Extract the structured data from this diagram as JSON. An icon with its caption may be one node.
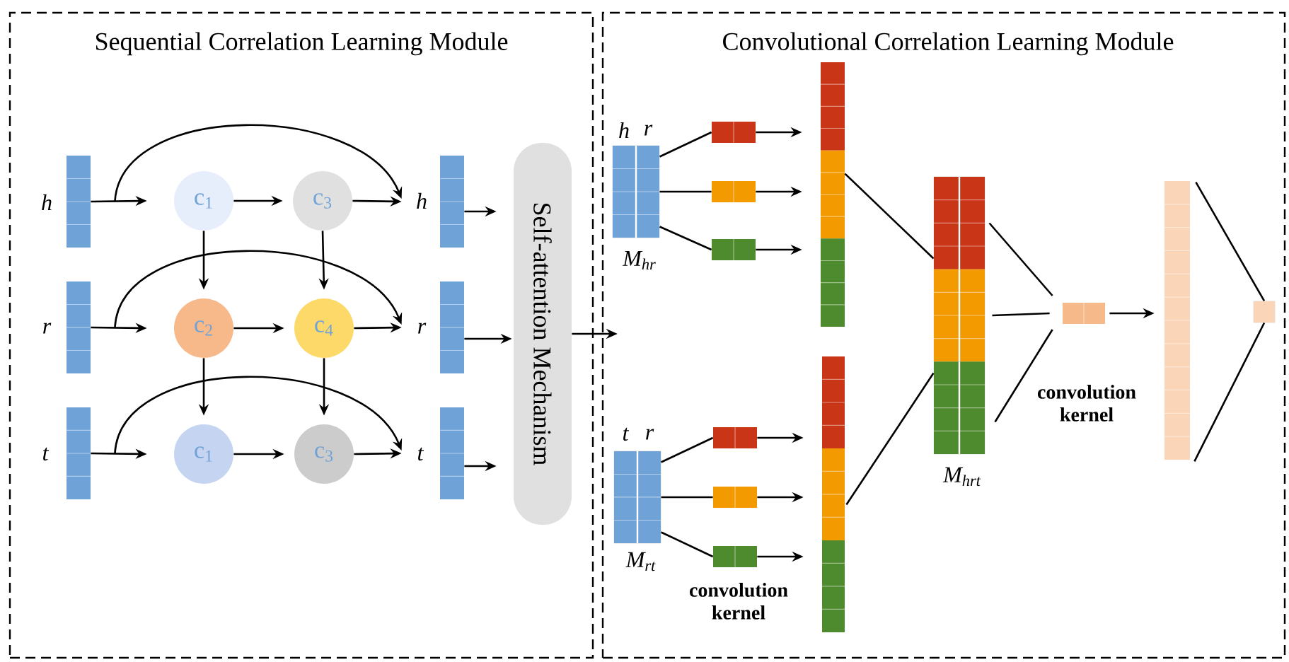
{
  "diagram": {
    "nodes": [
      {
        "text": [
          "Sequential Correlation Learning Module"
        ]
      },
      {
        "text": [
          "Convolutional Correlation Learning Module"
        ]
      },
      {
        "text": [],
        "shape": "bar",
        "beside": [
          "h"
        ],
        "in": 0
      },
      {
        "text": [],
        "shape": "bar",
        "beside": [
          "r"
        ],
        "in": 0
      },
      {
        "text": [],
        "shape": "bar",
        "beside": [
          "t"
        ],
        "in": 0
      },
      {
        "text": [
          "c$_{1}$"
        ],
        "in": 0
      },
      {
        "text": [
          "c$_{3}$"
        ],
        "in": 0
      },
      {
        "text": [
          "c$_{2}$"
        ],
        "in": 0
      },
      {
        "text": [
          "c$_{4}$"
        ],
        "in": 0
      },
      {
        "text": [
          "c$_{1}$"
        ],
        "in": 0
      },
      {
        "text": [
          "c$_{3}$"
        ],
        "in": 0
      },
      {
        "text": [],
        "shape": "bar",
        "beside": [
          "h"
        ],
        "in": 0
      },
      {
        "text": [],
        "shape": "bar",
        "beside": [
          "r"
        ],
        "in": 0
      },
      {
        "text": [],
        "shape": "bar",
        "beside": [
          "t"
        ],
        "in": 0
      },
      {
        "text": [
          "Self-attention Mechanism"
        ],
        "in": 0
      },
      {
        "text": [],
        "shape": "box",
        "beside": [
          "h",
          "r",
          "M$_{hr}$"
        ],
        "in": 1
      },
      {
        "text": [],
        "shape": "bar",
        "in": 1
      },
      {
        "text": [],
        "shape": "bar",
        "in": 1
      },
      {
        "text": [],
        "shape": "bar",
        "in": 1
      },
      {
        "text": [],
        "shape": "bar",
        "in": 1
      },
      {
        "text": [],
        "shape": "box",
        "beside": [
          "t",
          "r",
          "M$_{rt}$"
        ],
        "in": 1
      },
      {
        "text": [],
        "shape": "bar",
        "in": 1
      },
      {
        "text": [],
        "shape": "bar",
        "in": 1
      },
      {
        "text": [],
        "shape": "bar",
        "in": 1
      },
      {
        "text": [],
        "shape": "bar",
        "in": 1
      },
      {
        "text": [],
        "shape": "box",
        "beside": [
          "M$_{hrt}$"
        ],
        "in": 1
      },
      {
        "text": [],
        "shape": "bar",
        "in": 1
      },
      {
        "text": [],
        "shape": "bar",
        "in": 1
      },
      {
        "text": [],
        "shape": "box",
        "in": 1
      }
    ],
    "edges": [
      {
        "from": 2,
        "to": 5,
        "arrow": "to"
      },
      {
        "from": 5,
        "to": 6,
        "arrow": "to"
      },
      {
        "from": 6,
        "to": 11,
        "arrow": "to"
      },
      {
        "from": 2,
        "to": 11,
        "arrow": "to"
      },
      {
        "from": 3,
        "to": 7,
        "arrow": "to"
      },
      {
        "from": 7,
        "to": 8,
        "arrow": "to"
      },
      {
        "from": 8,
        "to": 12,
        "arrow": "to"
      },
      {
        "from": 3,
        "to": 12,
        "arrow": "to"
      },
      {
        "from": 4,
        "to": 9,
        "arrow": "to"
      },
      {
        "from": 9,
        "to": 10,
        "arrow": "to"
      },
      {
        "from": 10,
        "to": 13,
        "arrow": "to"
      },
      {
        "from": 4,
        "to": 13,
        "arrow": "to"
      },
      {
        "from": 5,
        "to": 7,
        "arrow": "to"
      },
      {
        "from": 6,
        "to": 8,
        "arrow": "to"
      },
      {
        "from": 7,
        "to": 9,
        "arrow": "to"
      },
      {
        "from": 8,
        "to": 10,
        "arrow": "to"
      },
      {
        "from": 11,
        "to": 14,
        "arrow": "to"
      },
      {
        "from": 12,
        "to": 14,
        "arrow": "to"
      },
      {
        "from": 13,
        "to": 14,
        "arrow": "to"
      },
      {
        "from": 14,
        "to": 1,
        "arrow": "to"
      },
      {
        "from": 15,
        "to": 16,
        "arrow": "none"
      },
      {
        "from": 15,
        "to": 17,
        "arrow": "none"
      },
      {
        "from": 15,
        "to": 18,
        "arrow": "none"
      },
      {
        "from": 16,
        "to": 19,
        "arrow": "to"
      },
      {
        "from": 17,
        "to": 19,
        "arrow": "to"
      },
      {
        "from": 18,
        "to": 19,
        "arrow": "to"
      },
      {
        "from": 20,
        "to": 21,
        "arrow": "none"
      },
      {
        "from": 20,
        "to": 22,
        "arrow": "none"
      },
      {
        "from": 20,
        "to": 23,
        "arrow": "none"
      },
      {
        "from": 21,
        "to": 24,
        "arrow": "to"
      },
      {
        "from": 22,
        "to": 24,
        "arrow": "to"
      },
      {
        "from": 23,
        "to": 24,
        "arrow": "to"
      },
      {
        "from": 19,
        "to": 25,
        "arrow": "none"
      },
      {
        "from": 24,
        "to": 25,
        "arrow": "none"
      },
      {
        "from": 25,
        "to": 26,
        "arrow": "none"
      },
      {
        "from": 25,
        "to": 26,
        "arrow": "none"
      },
      {
        "from": 25,
        "to": 26,
        "arrow": "none"
      },
      {
        "from": 26,
        "to": 27,
        "arrow": "to"
      },
      {
        "from": 27,
        "to": 28,
        "arrow": "none"
      },
      {
        "from": 27,
        "to": 28,
        "arrow": "none"
      }
    ],
    "labels": [
      "convolution kernel",
      "convolution kernel"
    ]
  }
}
